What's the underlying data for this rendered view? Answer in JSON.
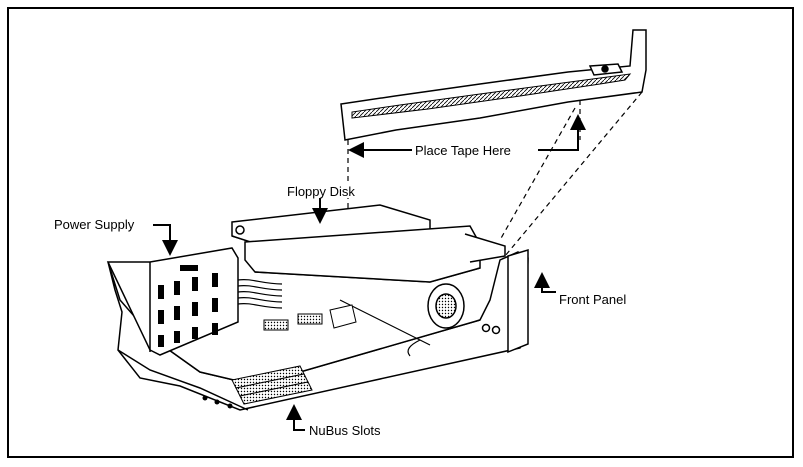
{
  "labels": {
    "place_tape": "Place Tape Here",
    "floppy_disk": "Floppy Disk",
    "power_supply": "Power Supply",
    "front_panel": "Front Panel",
    "nubus_slots": "NuBus Slots"
  }
}
